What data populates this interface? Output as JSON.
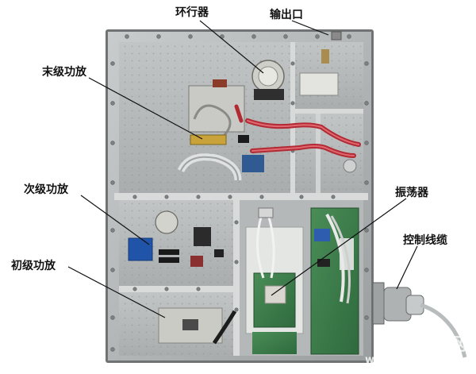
{
  "labels": {
    "circulator": "环行器",
    "output_port": "输出口",
    "final_amp": "末级功放",
    "second_amp": "次级功放",
    "oscillator": "振荡器",
    "control_cable": "控制线缆",
    "first_amp": "初级功放"
  },
  "watermark": {
    "cn": "嘉峪检测网",
    "en": "www.anytesting.com"
  },
  "colors": {
    "metal": "#b9bcbd",
    "metal_dark": "#8e9294",
    "frame": "#d2d4d4",
    "pcb_green": "#3b7a4a",
    "cable_red": "#c8363f",
    "board_white": "#e7e9e6"
  }
}
